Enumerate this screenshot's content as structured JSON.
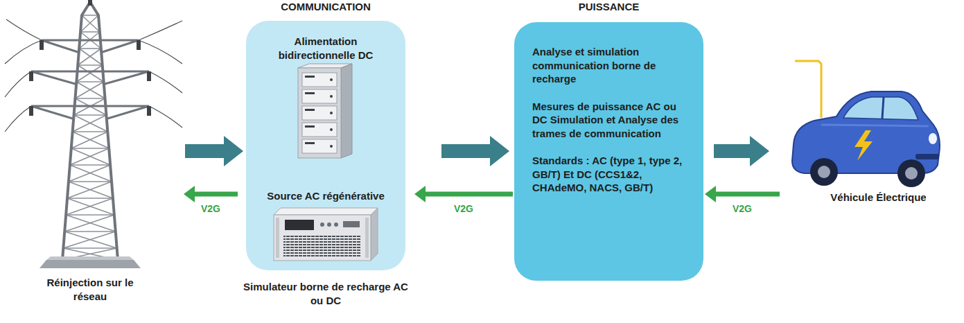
{
  "diagram": {
    "nodes": [
      {
        "text": [
          "Réinjection sur le réseau"
        ]
      },
      {
        "text": [
          "COMMUNICATION",
          "Alimentation bidirectionnelle DC",
          "Source AC régénérative",
          "Simulateur borne de recharge AC ou DC"
        ]
      },
      {
        "text": [
          "PUISSANCE",
          "Analyse et simulation communication borne de recharge",
          "Mesures de puissance AC ou DC Simulation et Analyse des trames de communication",
          "Standards : AC (type 1, type 2, GB/T) Et DC (CCS1&2, CHAdeMO, NACS, GB/T)"
        ]
      },
      {
        "text": [
          "Véhicule Électrique"
        ]
      }
    ],
    "edges": [
      {
        "from": 0,
        "to": 1,
        "arrow": "to"
      },
      {
        "from": 1,
        "to": 0,
        "arrow": "to",
        "label": "V2G"
      },
      {
        "from": 1,
        "to": 2,
        "arrow": "to"
      },
      {
        "from": 2,
        "to": 1,
        "arrow": "to",
        "label": "V2G"
      },
      {
        "from": 2,
        "to": 3,
        "arrow": "to"
      },
      {
        "from": 3,
        "to": 2,
        "arrow": "to",
        "label": "V2G"
      }
    ]
  }
}
